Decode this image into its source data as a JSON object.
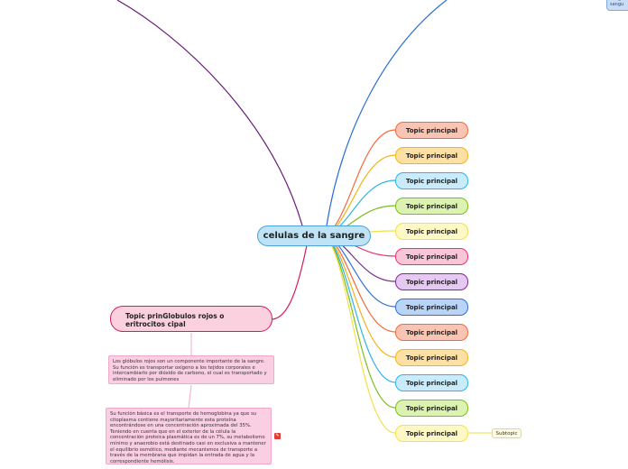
{
  "map": {
    "central_title": "celulas de la sangre",
    "topics": [
      {
        "label": "Topic principal",
        "fill": "#f9c4b3",
        "border": "#f26a3c"
      },
      {
        "label": "Topic principal",
        "fill": "#fde0a3",
        "border": "#f6b21b"
      },
      {
        "label": "Topic principal",
        "fill": "#c8ecfb",
        "border": "#2fb3e8"
      },
      {
        "label": "Topic principal",
        "fill": "#dbf2b0",
        "border": "#7cbd1e"
      },
      {
        "label": "Topic principal",
        "fill": "#fdf8c6",
        "border": "#f2e14a"
      },
      {
        "label": "Topic principal",
        "fill": "#f9c6d9",
        "border": "#e8336e"
      },
      {
        "label": "Topic principal",
        "fill": "#e6c9f2",
        "border": "#7b2d8f"
      },
      {
        "label": "Topic principal",
        "fill": "#b9d4f7",
        "border": "#2c6fd6"
      },
      {
        "label": "Topic principal",
        "fill": "#f9c4b3",
        "border": "#f26a3c"
      },
      {
        "label": "Topic principal",
        "fill": "#fde0a3",
        "border": "#f6b21b"
      },
      {
        "label": "Topic principal",
        "fill": "#c8ecfb",
        "border": "#2fb3e8"
      },
      {
        "label": "Topic principal",
        "fill": "#dbf2b0",
        "border": "#7cbd1e"
      },
      {
        "label": "Topic principal",
        "fill": "#fdf8c6",
        "border": "#f2e14a"
      }
    ],
    "subtopic_label": "Subtopic",
    "left_topic": "Topic prinGlobulos rojos o eritrocitos cipal",
    "note1": "Los glóbulos rojos son un componente importante de la sangre. Su función es transportar oxígeno a los tejidos corporales e intercambiarlo por dióxido de carbono, el cual es transportado y eliminado por los pulmones",
    "note2": "Su función básica es el transporte de hemoglobina ya que su citoplasma contiene mayoritariamente esta proteína encontrándose en una concentración aproximada del 35%. Teniendo en cuenta que en el exterior de la célula la concentración proteica plasmática es de un 7%, su metabolismo mínimo y anaerobio está destinado casi en exclusiva a mantener el equilibrio osmótico, mediante mecanismos de transporte a través de la membrana que impidan la entrada de agua y la correspondiente hemólisis.",
    "corner_text": "coagul sangu",
    "note_icon": "note-icon"
  },
  "colors": {
    "purple_branch": "#6a1b7a",
    "blue_branch": "#2c6fd6",
    "pink_branch": "#d81b60",
    "note_fill": "#fbcfe3"
  }
}
